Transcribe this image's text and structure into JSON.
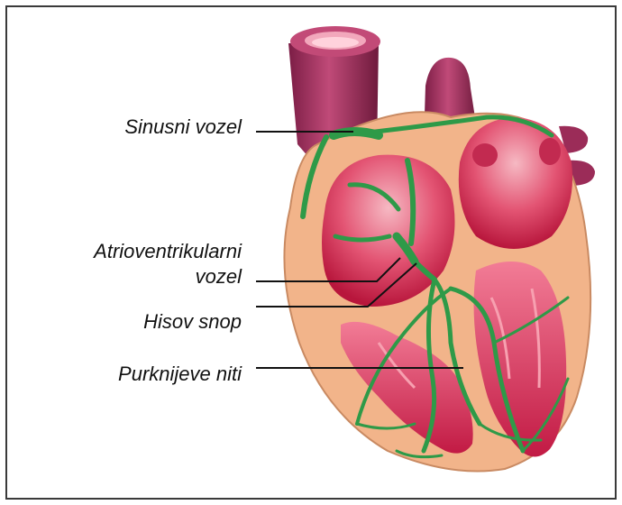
{
  "labels": {
    "sinusni": "Sinusni vozel",
    "av_line1": "Atrioventrikularni",
    "av_line2": "vozel",
    "hisov": "Hisov snop",
    "purkinje": "Purknijeve niti"
  },
  "colors": {
    "conduction": "#2e9a48",
    "myocardium": "#f0b48c",
    "chamber": "#d8345a",
    "vessel": "#a2365e"
  }
}
